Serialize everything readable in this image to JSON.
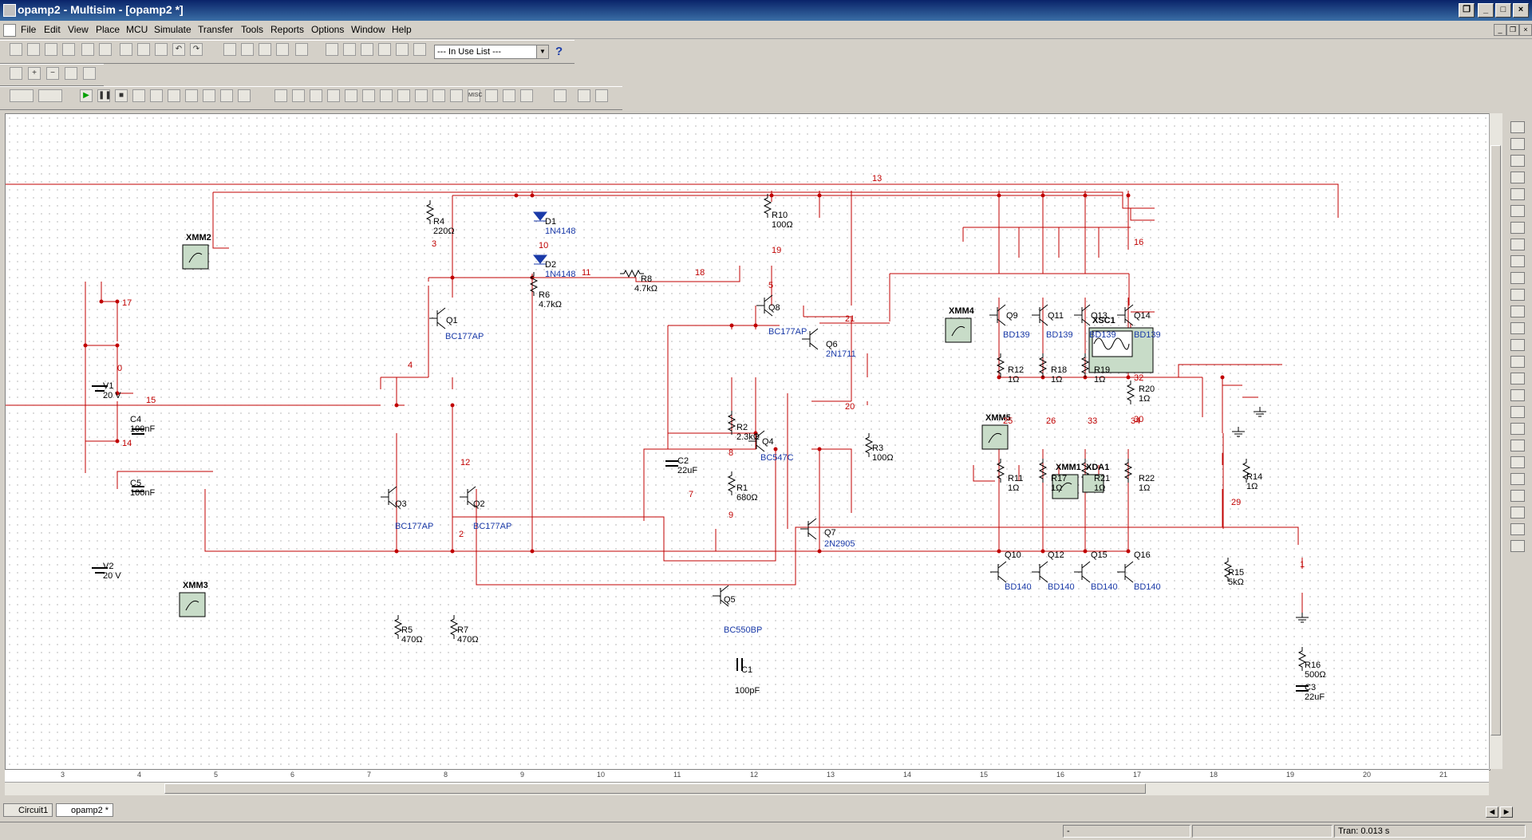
{
  "window": {
    "title": "opamp2 - Multisim - [opamp2 *]"
  },
  "menu": [
    "File",
    "Edit",
    "View",
    "Place",
    "MCU",
    "Simulate",
    "Transfer",
    "Tools",
    "Reports",
    "Options",
    "Window",
    "Help"
  ],
  "toolbar": {
    "in_use_list": "--- In Use List ---",
    "help": "?"
  },
  "components": [
    {
      "ref": "D1",
      "value": "1N4148"
    },
    {
      "ref": "D2",
      "value": "1N4148"
    },
    {
      "ref": "R4",
      "value": "220Ω"
    },
    {
      "ref": "R10",
      "value": "100Ω"
    },
    {
      "ref": "R8",
      "value": "4.7kΩ"
    },
    {
      "ref": "R6",
      "value": "4.7kΩ"
    },
    {
      "ref": "Q1",
      "value": "BC177AP"
    },
    {
      "ref": "Q8",
      "value": "BC177AP"
    },
    {
      "ref": "Q6",
      "value": "2N1711"
    },
    {
      "ref": "Q9",
      "value": "BD139"
    },
    {
      "ref": "Q11",
      "value": "BD139"
    },
    {
      "ref": "Q13",
      "value": "BD139"
    },
    {
      "ref": "Q14",
      "value": "BD139"
    },
    {
      "ref": "R12",
      "value": "1Ω"
    },
    {
      "ref": "R18",
      "value": "1Ω"
    },
    {
      "ref": "R19",
      "value": "1Ω"
    },
    {
      "ref": "R20",
      "value": "1Ω"
    },
    {
      "ref": "R2",
      "value": "2.3kΩ"
    },
    {
      "ref": "R1",
      "value": "680Ω"
    },
    {
      "ref": "Q4",
      "value": "BC547C"
    },
    {
      "ref": "C2",
      "value": "22uF"
    },
    {
      "ref": "R3",
      "value": "100Ω"
    },
    {
      "ref": "Q7",
      "value": "2N2905"
    },
    {
      "ref": "R11",
      "value": "1Ω"
    },
    {
      "ref": "R17",
      "value": "1Ω"
    },
    {
      "ref": "R21",
      "value": "1Ω"
    },
    {
      "ref": "R22",
      "value": "1Ω"
    },
    {
      "ref": "Q10",
      "value": "BD140"
    },
    {
      "ref": "Q12",
      "value": "BD140"
    },
    {
      "ref": "Q15",
      "value": "BD140"
    },
    {
      "ref": "Q16",
      "value": "BD140"
    },
    {
      "ref": "V1",
      "value": "20 V"
    },
    {
      "ref": "V2",
      "value": "20 V"
    },
    {
      "ref": "C4",
      "value": "100nF"
    },
    {
      "ref": "C5",
      "value": "100nF"
    },
    {
      "ref": "Q3",
      "value": "BC177AP"
    },
    {
      "ref": "Q2",
      "value": "BC177AP"
    },
    {
      "ref": "R5",
      "value": "470Ω"
    },
    {
      "ref": "R7",
      "value": "470Ω"
    },
    {
      "ref": "Q5",
      "value": "BC550BP"
    },
    {
      "ref": "C1",
      "value": "100pF"
    },
    {
      "ref": "R14",
      "value": "1Ω"
    },
    {
      "ref": "R15",
      "value": "5kΩ"
    },
    {
      "ref": "R16",
      "value": "500Ω"
    },
    {
      "ref": "C3",
      "value": "22uF"
    }
  ],
  "instruments": [
    "XMM2",
    "XMM3",
    "XMM4",
    "XMM5",
    "XMM1",
    "XDA1",
    "XSC1"
  ],
  "nets": [
    "13",
    "10",
    "3",
    "11",
    "18",
    "19",
    "5",
    "21",
    "16",
    "32",
    "30",
    "17",
    "0",
    "15",
    "14",
    "4",
    "8",
    "9",
    "20",
    "12",
    "2",
    "7",
    "25",
    "26",
    "33",
    "34",
    "29",
    "1"
  ],
  "ruler": [
    "3",
    "4",
    "5",
    "6",
    "7",
    "8",
    "9",
    "10",
    "11",
    "12",
    "13",
    "14",
    "15",
    "16",
    "17",
    "18",
    "19",
    "20",
    "21"
  ],
  "tabs": [
    "Circuit1",
    "opamp2 *"
  ],
  "status": {
    "tran": "Tran: 0.013 s",
    "left": "-"
  }
}
